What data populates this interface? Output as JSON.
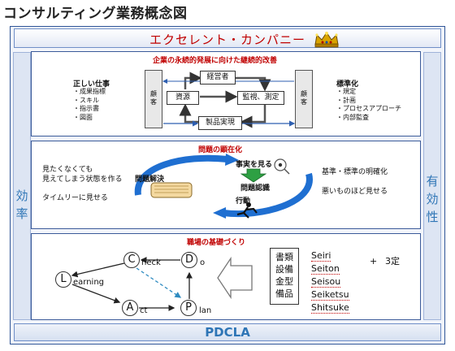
{
  "title": "コンサルティング業務概念図",
  "top_bar": "エクセレント・カンパニー",
  "crown_icon": "crown-icon",
  "left_side": [
    "効",
    "率"
  ],
  "right_side": [
    "有",
    "効",
    "性"
  ],
  "bottom_bar": "PDCLA",
  "panel1": {
    "title": "企業の永続的発展に向けた継続的改善",
    "left_heading": "正しい仕事",
    "left_items": [
      "・成果指標",
      "・スキル",
      "・指示書",
      "・図面"
    ],
    "customer_left": "顧客",
    "customer_right": "顧客",
    "box_manager": "経営者",
    "box_resources": "資源",
    "box_monitor": "監視、測定",
    "box_product": "製品実現",
    "right_heading": "標準化",
    "right_items": [
      "・規定",
      "・計画",
      "・プロセスアプローチ",
      "・内部監査"
    ]
  },
  "panel2": {
    "title": "問題の顕在化",
    "left_line1": "見たくなくても",
    "left_line2": "見えてしまう状態を作る",
    "left_line3": "タイムリーに見せる",
    "label_solve": "問題解決",
    "label_see_fact": "事実を見る",
    "label_recognize": "問題認識",
    "label_action": "行動",
    "right_line1": "基準・標準の明確化",
    "right_line2": "悪いものほど見せる"
  },
  "panel3": {
    "title": "職場の基礎づくり",
    "nodes": {
      "C": "C",
      "C_rest": "heck",
      "D": "D",
      "D_rest": "o",
      "L": "L",
      "L_rest": "earning",
      "A": "A",
      "A_rest": "ct",
      "P": "P",
      "P_rest": "lan"
    },
    "list_items": [
      "書類",
      "設備",
      "金型",
      "備品"
    ],
    "five_s": [
      "Seiri",
      "Seiton",
      "Seisou",
      "Seiketsu",
      "Shitsuke"
    ],
    "plus": "+",
    "three_fixed": "3定"
  },
  "colors": {
    "red": "#c00000",
    "blue": "#2e75b6",
    "cycle_blue": "#1f6fd1",
    "green": "#2ea043"
  }
}
